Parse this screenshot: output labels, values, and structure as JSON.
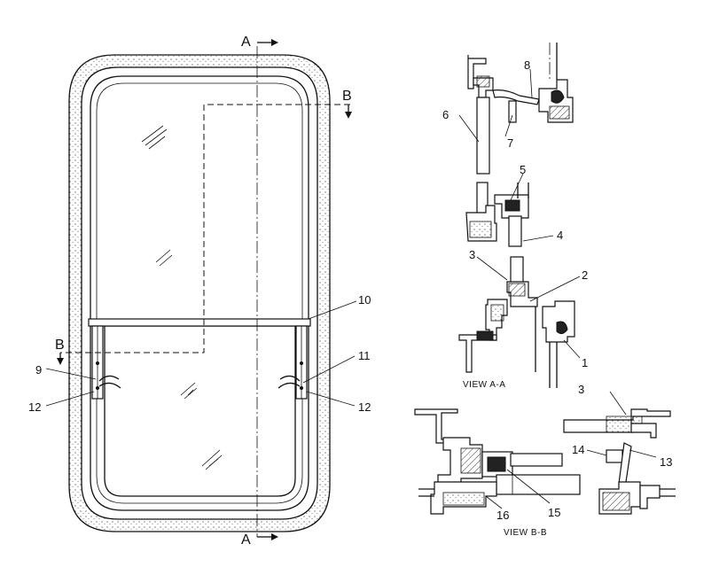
{
  "section_markers": {
    "a_top": "A",
    "a_bottom": "A",
    "b_right": "B",
    "b_left": "B"
  },
  "view_titles": {
    "view_a": "VIEW  A-A",
    "view_b": "VIEW  B-B"
  },
  "callouts": {
    "n1": "1",
    "n2": "2",
    "n3a": "3",
    "n3b": "3",
    "n4": "4",
    "n5": "5",
    "n6": "6",
    "n7": "7",
    "n8": "8",
    "n9": "9",
    "n10": "10",
    "n11": "11",
    "n12l": "12",
    "n12r": "12",
    "n13": "13",
    "n14": "14",
    "n15": "15",
    "n16": "16"
  }
}
